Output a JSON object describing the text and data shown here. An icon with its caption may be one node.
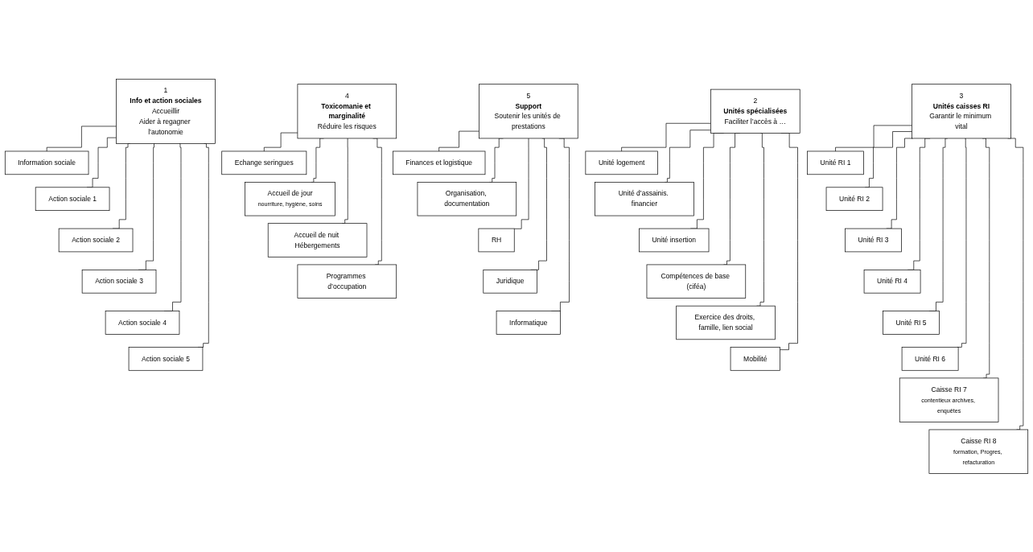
{
  "diagram": {
    "nodes": [
      {
        "text": [
          "1",
          "Info et action sociales",
          "Accueillir",
          "Aider à regagner l’autonomie"
        ]
      },
      {
        "text": [
          "Information sociale"
        ]
      },
      {
        "text": [
          "Action sociale 1"
        ]
      },
      {
        "text": [
          "Action sociale 2"
        ]
      },
      {
        "text": [
          "Action sociale 3"
        ]
      },
      {
        "text": [
          "Action sociale 4"
        ]
      },
      {
        "text": [
          "Action sociale 5"
        ]
      },
      {
        "text": [
          "2",
          "Unités spécialisées",
          "Faciliter l’accès à …"
        ]
      },
      {
        "text": [
          "Unité logement"
        ]
      },
      {
        "text": [
          "Unité d’assainis. financier"
        ]
      },
      {
        "text": [
          "Unité insertion"
        ]
      },
      {
        "text": [
          "Compétences de base (ciféa)"
        ]
      },
      {
        "text": [
          "Exercice des droits, famille, lien social"
        ]
      },
      {
        "text": [
          "Mobilité"
        ]
      },
      {
        "text": [
          "3",
          "Unités caisses RI",
          "Garantir le minimum vital"
        ]
      },
      {
        "text": [
          "Unité RI 1"
        ]
      },
      {
        "text": [
          "Unité RI 2"
        ]
      },
      {
        "text": [
          "Unité RI 3"
        ]
      },
      {
        "text": [
          "Unité RI 4"
        ]
      },
      {
        "text": [
          "Unité RI 5"
        ]
      },
      {
        "text": [
          "Unité RI 6"
        ]
      },
      {
        "text": [
          "Caisse RI 7",
          "contentieux archives, enquêtes"
        ]
      },
      {
        "text": [
          "Caisse RI 8",
          "formation, Progres, refacturation"
        ]
      },
      {
        "text": [
          "4",
          "Toxicomanie et marginalité",
          "Réduire les risques"
        ]
      },
      {
        "text": [
          "Echange seringues"
        ]
      },
      {
        "text": [
          "Accueil de jour",
          "nourriture, hygiène, soins"
        ]
      },
      {
        "text": [
          "Accueil de nuit Hébergements"
        ]
      },
      {
        "text": [
          "Programmes d’occupation"
        ]
      },
      {
        "text": [
          "5",
          "Support",
          "Soutenir les unités de prestations"
        ]
      },
      {
        "text": [
          "Finances et logistique"
        ]
      },
      {
        "text": [
          "Organisation, documentation"
        ]
      },
      {
        "text": [
          "RH"
        ]
      },
      {
        "text": [
          "Juridique"
        ]
      },
      {
        "text": [
          "Informatique"
        ]
      }
    ],
    "edges": [
      {
        "from": 0,
        "to": 1,
        "arrow": "none"
      },
      {
        "from": 0,
        "to": 2,
        "arrow": "none"
      },
      {
        "from": 0,
        "to": 3,
        "arrow": "none"
      },
      {
        "from": 0,
        "to": 4,
        "arrow": "none"
      },
      {
        "from": 0,
        "to": 5,
        "arrow": "none"
      },
      {
        "from": 0,
        "to": 6,
        "arrow": "none"
      },
      {
        "from": 7,
        "to": 8,
        "arrow": "none"
      },
      {
        "from": 7,
        "to": 9,
        "arrow": "none"
      },
      {
        "from": 7,
        "to": 10,
        "arrow": "none"
      },
      {
        "from": 7,
        "to": 11,
        "arrow": "none"
      },
      {
        "from": 7,
        "to": 12,
        "arrow": "none"
      },
      {
        "from": 7,
        "to": 13,
        "arrow": "none"
      },
      {
        "from": 14,
        "to": 15,
        "arrow": "none"
      },
      {
        "from": 14,
        "to": 16,
        "arrow": "none"
      },
      {
        "from": 14,
        "to": 17,
        "arrow": "none"
      },
      {
        "from": 14,
        "to": 18,
        "arrow": "none"
      },
      {
        "from": 14,
        "to": 19,
        "arrow": "none"
      },
      {
        "from": 14,
        "to": 20,
        "arrow": "none"
      },
      {
        "from": 14,
        "to": 21,
        "arrow": "none"
      },
      {
        "from": 14,
        "to": 22,
        "arrow": "none"
      },
      {
        "from": 23,
        "to": 24,
        "arrow": "none"
      },
      {
        "from": 23,
        "to": 25,
        "arrow": "none"
      },
      {
        "from": 23,
        "to": 26,
        "arrow": "none"
      },
      {
        "from": 23,
        "to": 27,
        "arrow": "none"
      },
      {
        "from": 28,
        "to": 29,
        "arrow": "none"
      },
      {
        "from": 28,
        "to": 30,
        "arrow": "none"
      },
      {
        "from": 28,
        "to": 31,
        "arrow": "none"
      },
      {
        "from": 28,
        "to": 32,
        "arrow": "none"
      },
      {
        "from": 28,
        "to": 33,
        "arrow": "none"
      }
    ]
  }
}
